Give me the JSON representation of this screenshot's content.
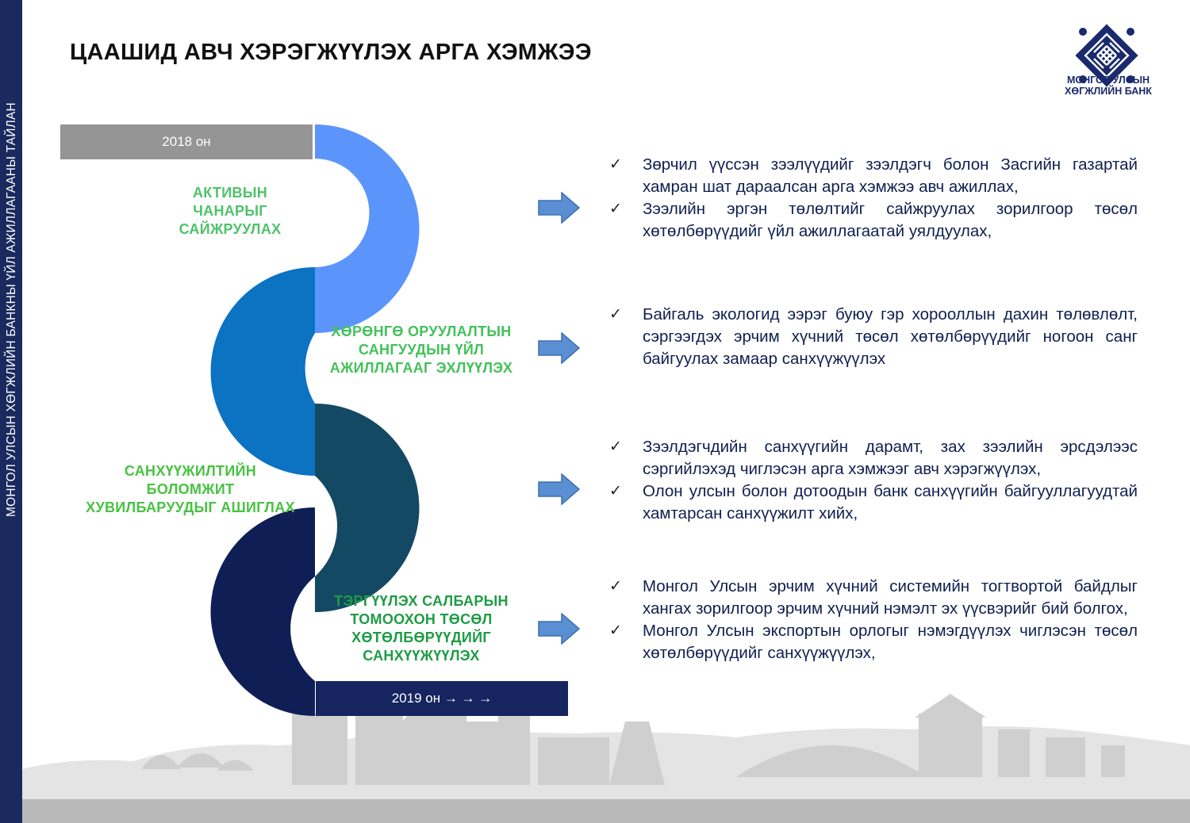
{
  "sidebar": {
    "text": "МОНГОЛ УЛСЫН ХӨГЖЛИЙН БАНКНЫ ҮЙЛ АЖИЛЛАГААНЫ ТАЙЛАН"
  },
  "header": {
    "title": "ЦААШИД АВЧ ХЭРЭГЖҮҮЛЭХ АРГА ХЭМЖЭЭ"
  },
  "logo": {
    "line1": "МОНГОЛ УЛСЫН",
    "line2": "ХӨГЖЛИЙН БАНК",
    "color": "#1a2a6c"
  },
  "timeline": {
    "start_label": "2018 он",
    "end_label": "2019 он → → →",
    "stages": [
      {
        "lines": [
          "АКТИВЫН",
          "ЧАНАРЫГ",
          "САЙЖРУУЛАХ"
        ],
        "color": "#4fc26b",
        "segment_color": "#5b95fb"
      },
      {
        "lines": [
          "ХӨРӨНГӨ ОРУУЛАЛТЫН",
          "САНГУУДЫН ҮЙЛ",
          "АЖИЛЛАГААГ ЭХЛҮҮЛЭХ"
        ],
        "color": "#43c15a",
        "segment_color": "#0c72c2"
      },
      {
        "lines": [
          "САНХҮҮЖИЛТИЙН",
          "БОЛОМЖИТ",
          "ХУВИЛБАРУУДЫГ АШИГЛАХ"
        ],
        "color": "#48c242",
        "segment_color": "#144964"
      },
      {
        "lines": [
          "ТЭРГҮҮЛЭХ САЛБАРЫН",
          "ТОМООХОН ТӨСӨЛ",
          "ХӨТӨЛБӨРҮҮДИЙГ",
          "САНХҮҮЖҮҮЛЭХ"
        ],
        "color": "#1e9c45",
        "segment_color": "#0f1f56"
      }
    ]
  },
  "actions": [
    {
      "items": [
        "Зөрчил үүссэн зээлүүдийг зээлдэгч болон Засгийн газартай хамран шат дараалсан арга хэмжээ авч ажиллах,",
        "Зээлийн эргэн төлөлтийг сайжруулах зорилгоор төсөл хөтөлбөрүүдийг үйл ажиллагаатай уялдуулах,"
      ]
    },
    {
      "items": [
        "Байгаль экологид ээрэг буюу гэр хорооллын дахин төлөвлөлт, сэргээгдэх эрчим хүчний төсөл хөтөлбөрүүдийг ногоон санг байгуулах замаар санхүүжүүлэх"
      ]
    },
    {
      "items": [
        "Зээлдэгчдийн санхүүгийн дарамт, зах зээлийн эрсдэлээс сэргийлэхэд чиглэсэн арга хэмжээг авч хэрэгжүүлэх,",
        "Олон улсын болон дотоодын банк санхүүгийн байгууллагуудтай хамтарсан санхүүжилт хийх,"
      ]
    },
    {
      "items": [
        "Монгол Улсын эрчим хүчний системийн тогтвортой байдлыг хангах зорилгоор эрчим хүчний нэмэлт эх үүсвэрийг бий болгох,",
        "Монгол Улсын экспортын орлогыг нэмэгдүүлэх чиглэсэн төсөл хөтөлбөрүүдийг санхүүжүүлэх,"
      ]
    }
  ],
  "colors": {
    "sidebar": "#1a2a5e",
    "arrow": "#5a8fd4",
    "start_bar": "#959595",
    "end_bar": "#16255f",
    "text": "#0f1f4f"
  },
  "icons": {
    "check": "check-icon",
    "arrow": "arrow-right-icon",
    "logo": "endless-knot-icon"
  }
}
